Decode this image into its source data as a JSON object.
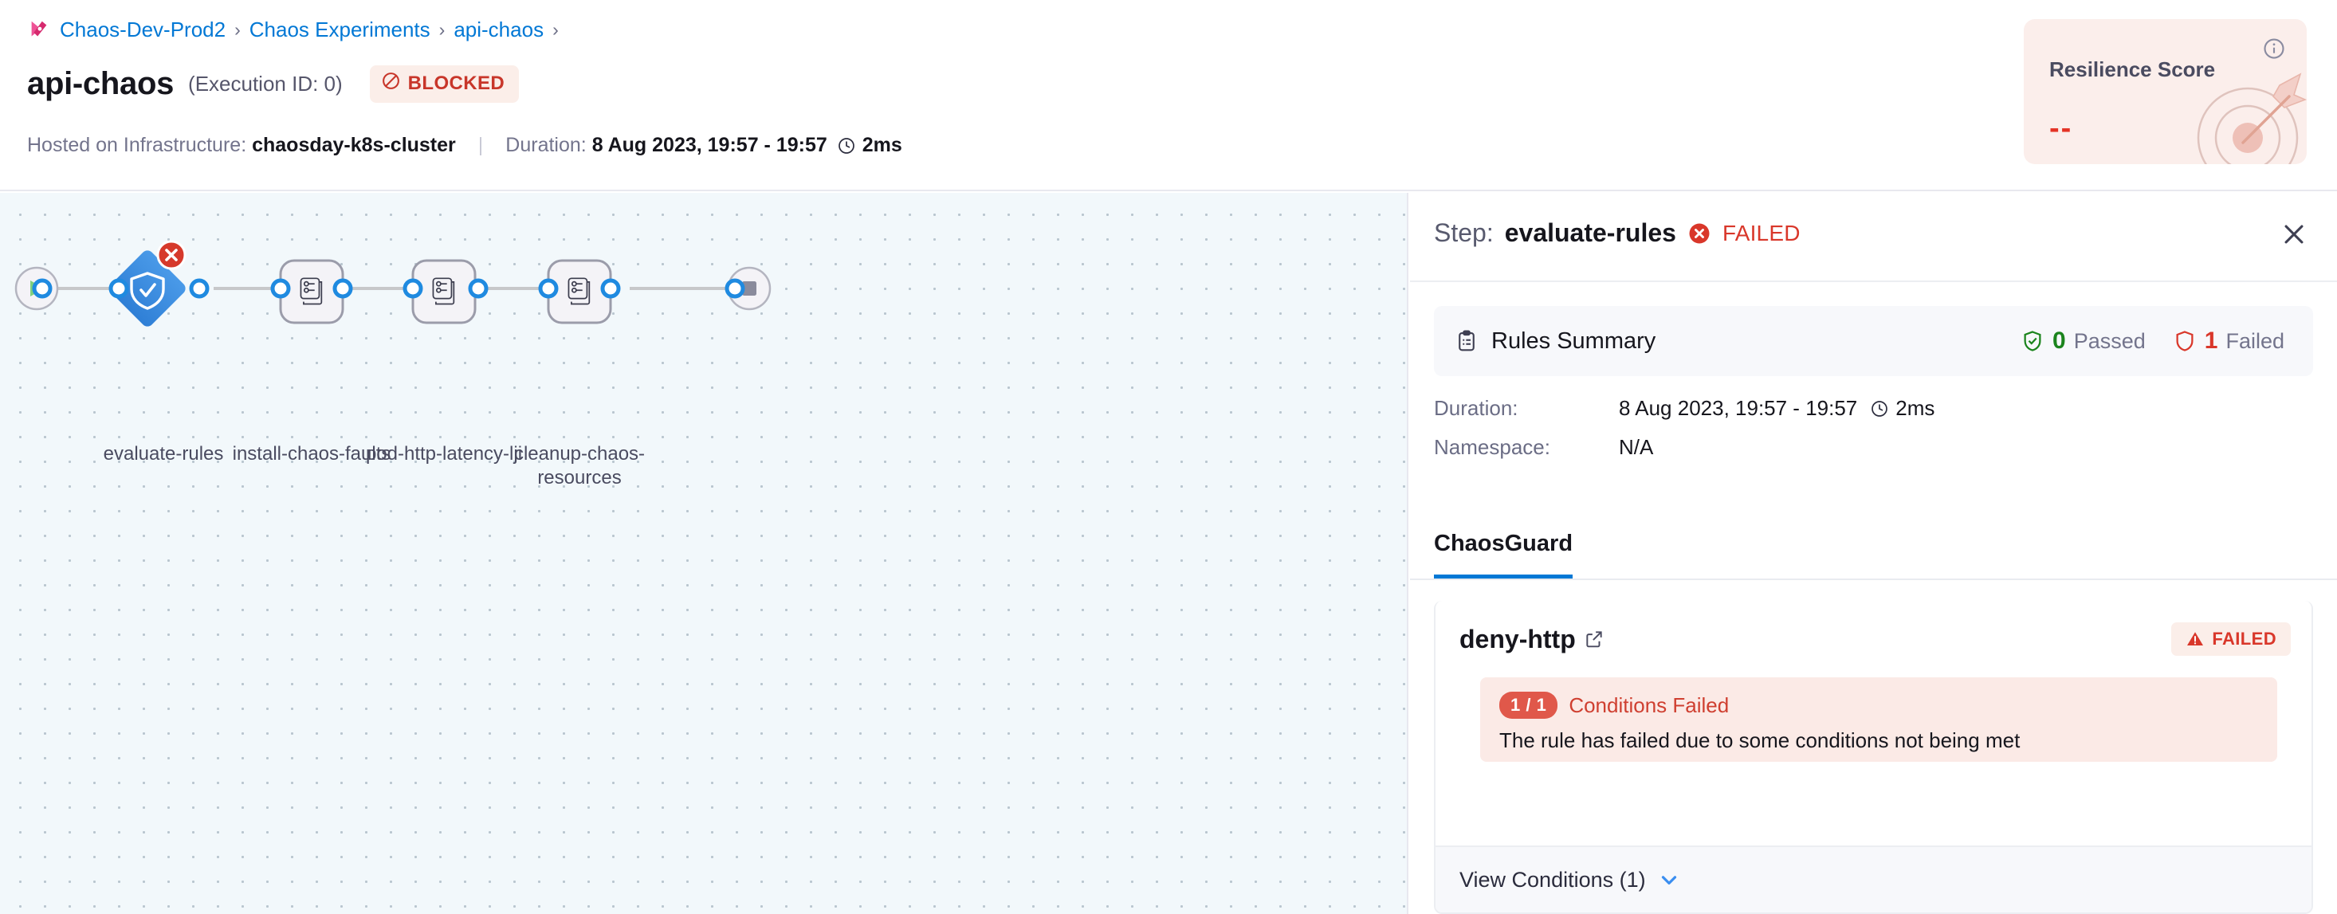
{
  "breadcrumb": {
    "logo_icon": "harness-logo-icon",
    "items": [
      {
        "label": "Chaos-Dev-Prod2"
      },
      {
        "label": "Chaos Experiments"
      },
      {
        "label": "api-chaos"
      }
    ],
    "separator": "›"
  },
  "header": {
    "title": "api-chaos",
    "execution_id": "(Execution ID: 0)",
    "status_badge": {
      "label": "BLOCKED",
      "icon": "blocked-circle-slash-icon",
      "color": "#c8362a",
      "bg": "#fbeee9"
    },
    "infra_label": "Hosted on Infrastructure:",
    "infra_value": "chaosday-k8s-cluster",
    "divider": "|",
    "duration_label": "Duration:",
    "duration_value": "8 Aug 2023, 19:57 - 19:57",
    "duration_clock_icon": "clock-icon",
    "duration_elapsed": "2ms"
  },
  "resilience": {
    "title": "Resilience Score",
    "value": "--",
    "info_icon": "info-circle-icon",
    "art_icon": "target-arrow-icon",
    "bg": "#fbeeeb",
    "value_color": "#e43326"
  },
  "canvas": {
    "start_node": {
      "name": "start-node",
      "icon": "play-icon"
    },
    "end_node": {
      "name": "end-node",
      "icon": "stop-square-icon"
    },
    "nodes": [
      {
        "id": "evaluate-rules",
        "label": "evaluate-rules",
        "shape": "diamond",
        "icon": "shield-check-icon",
        "status": "failed",
        "badge_icon": "error-x-icon"
      },
      {
        "id": "install-chaos-faults",
        "label": "install-chaos-faults",
        "shape": "rounded-square",
        "icon": "chaos-faults-icon",
        "status": "none"
      },
      {
        "id": "pod-http-latency-lji",
        "label": "pod-http-latency-lji",
        "shape": "rounded-square",
        "icon": "chaos-faults-icon",
        "status": "none"
      },
      {
        "id": "cleanup-chaos-resources",
        "label": "cleanup-chaos-resources",
        "shape": "rounded-square",
        "icon": "chaos-faults-icon",
        "status": "none"
      }
    ]
  },
  "panel": {
    "step_prefix": "Step:",
    "step_name": "evaluate-rules",
    "status": "FAILED",
    "status_icon": "error-x-icon",
    "close_icon": "close-icon",
    "rules_summary": {
      "icon": "clipboard-icon",
      "label": "Rules Summary",
      "passed_icon": "shield-check-icon",
      "passed_count": "0",
      "passed_label": "Passed",
      "failed_icon": "shield-icon",
      "failed_count": "1",
      "failed_label": "Failed"
    },
    "details": [
      {
        "key": "Duration:",
        "value": "8 Aug 2023, 19:57 - 19:57",
        "clock_icon": "clock-icon",
        "extra": "2ms"
      },
      {
        "key": "Namespace:",
        "value": "N/A",
        "extra": ""
      }
    ],
    "tabs": [
      {
        "label": "ChaosGuard",
        "active": true
      }
    ],
    "rule": {
      "name": "deny-http",
      "external_link_icon": "external-link-icon",
      "status_badge": {
        "label": "FAILED",
        "icon": "warning-triangle-icon"
      },
      "condition": {
        "pill": "1 / 1",
        "title": "Conditions Failed",
        "description": "The rule has failed due to some conditions not being met"
      },
      "view_conditions_label": "View Conditions (1)",
      "chevron_icon": "chevron-down-icon"
    }
  }
}
